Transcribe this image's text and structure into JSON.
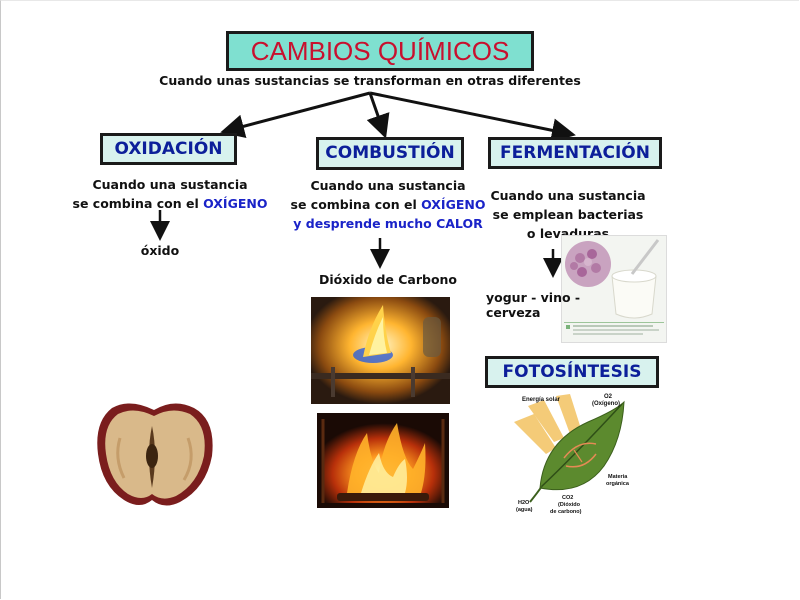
{
  "title": "CAMBIOS QUÍMICOS",
  "subtitle": "Cuando unas sustancias se transforman en otras diferentes",
  "oxidacion": {
    "label": "OXIDACIÓN",
    "desc_line1": "Cuando una sustancia",
    "desc_line2_prefix": "se combina con el",
    "desc_line2_highlight": "OXÍGENO",
    "result": "óxido"
  },
  "combustion": {
    "label": "COMBUSTIÓN",
    "desc_line1": "Cuando una sustancia",
    "desc_line2_prefix": "se combina con el",
    "desc_line2_highlight": "OXÍGENO",
    "desc_line3": "y desprende mucho CALOR",
    "result": "Dióxido de Carbono"
  },
  "fermentacion": {
    "label": "FERMENTACIÓN",
    "desc_line1": "Cuando una sustancia",
    "desc_line2": "se emplean bacterias",
    "desc_line3": "o levaduras",
    "result": "yogur - vino - cerveza"
  },
  "fotosintesis": {
    "label": "FOTOSÍNTESIS",
    "diagram_labels": {
      "energia": "Energía solar",
      "o2": "O2",
      "o2_sub": "(Oxígeno)",
      "materia": "Materia",
      "materia_sub": "orgánica",
      "h2o": "H2O",
      "h2o_sub": "(agua)",
      "co2": "CO2",
      "co2_sub": "(Dióxido",
      "co2_sub2": "de carbono)"
    }
  },
  "colors": {
    "title_bg": "#7fe0d0",
    "title_text": "#c8102e",
    "box_bg": "#d8f2ee",
    "box_text": "#0c1f9a",
    "highlight": "#1a23c8"
  }
}
